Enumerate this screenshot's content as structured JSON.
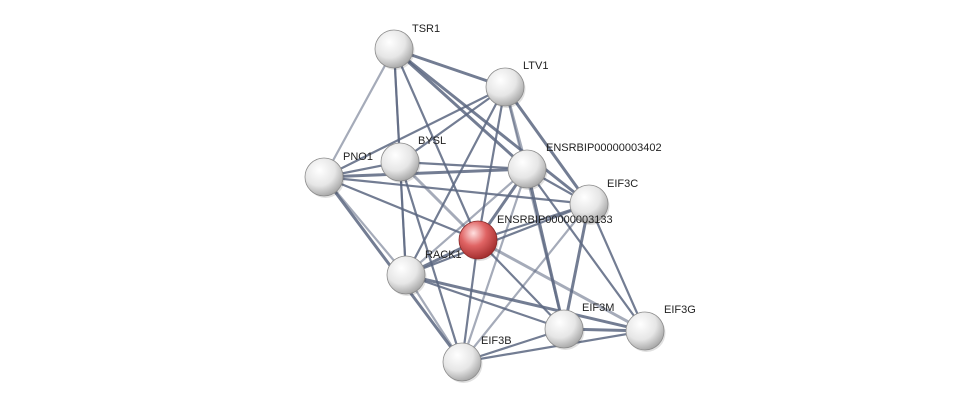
{
  "network": {
    "query_node_id": "ENSRBIP00000003133",
    "nodes": [
      {
        "id": "TSR1",
        "label": "TSR1",
        "query": false
      },
      {
        "id": "LTV1",
        "label": "LTV1",
        "query": false
      },
      {
        "id": "BYSL",
        "label": "BYSL",
        "query": false
      },
      {
        "id": "PNO1",
        "label": "PNO1",
        "query": false
      },
      {
        "id": "ENSRBIP00000003402",
        "label": "ENSRBIP00000003402",
        "query": false
      },
      {
        "id": "EIF3C",
        "label": "EIF3C",
        "query": false
      },
      {
        "id": "ENSRBIP00000003133",
        "label": "ENSRBIP00000003133",
        "query": true
      },
      {
        "id": "RACK1",
        "label": "RACK1",
        "query": false
      },
      {
        "id": "EIF3M",
        "label": "EIF3M",
        "query": false
      },
      {
        "id": "EIF3G",
        "label": "EIF3G",
        "query": false
      },
      {
        "id": "EIF3B",
        "label": "EIF3B",
        "query": false
      }
    ],
    "edges": [
      [
        "TSR1",
        "LTV1"
      ],
      [
        "TSR1",
        "PNO1"
      ],
      [
        "TSR1",
        "BYSL"
      ],
      [
        "TSR1",
        "ENSRBIP00000003402"
      ],
      [
        "TSR1",
        "ENSRBIP00000003133"
      ],
      [
        "TSR1",
        "RACK1"
      ],
      [
        "TSR1",
        "EIF3C"
      ],
      [
        "LTV1",
        "PNO1"
      ],
      [
        "LTV1",
        "BYSL"
      ],
      [
        "LTV1",
        "ENSRBIP00000003402"
      ],
      [
        "LTV1",
        "ENSRBIP00000003133"
      ],
      [
        "LTV1",
        "RACK1"
      ],
      [
        "LTV1",
        "EIF3C"
      ],
      [
        "LTV1",
        "EIF3M"
      ],
      [
        "PNO1",
        "BYSL"
      ],
      [
        "PNO1",
        "ENSRBIP00000003402"
      ],
      [
        "PNO1",
        "ENSRBIP00000003133"
      ],
      [
        "PNO1",
        "RACK1"
      ],
      [
        "PNO1",
        "EIF3B"
      ],
      [
        "PNO1",
        "EIF3C"
      ],
      [
        "BYSL",
        "ENSRBIP00000003402"
      ],
      [
        "BYSL",
        "ENSRBIP00000003133"
      ],
      [
        "BYSL",
        "RACK1"
      ],
      [
        "BYSL",
        "EIF3B"
      ],
      [
        "ENSRBIP00000003402",
        "ENSRBIP00000003133"
      ],
      [
        "ENSRBIP00000003402",
        "RACK1"
      ],
      [
        "ENSRBIP00000003402",
        "EIF3C"
      ],
      [
        "ENSRBIP00000003402",
        "EIF3M"
      ],
      [
        "ENSRBIP00000003402",
        "EIF3G"
      ],
      [
        "ENSRBIP00000003402",
        "EIF3B"
      ],
      [
        "ENSRBIP00000003133",
        "RACK1"
      ],
      [
        "ENSRBIP00000003133",
        "EIF3C"
      ],
      [
        "ENSRBIP00000003133",
        "EIF3M"
      ],
      [
        "ENSRBIP00000003133",
        "EIF3G"
      ],
      [
        "ENSRBIP00000003133",
        "EIF3B"
      ],
      [
        "RACK1",
        "EIF3M"
      ],
      [
        "RACK1",
        "EIF3G"
      ],
      [
        "RACK1",
        "EIF3B"
      ],
      [
        "RACK1",
        "EIF3C"
      ],
      [
        "EIF3C",
        "EIF3M"
      ],
      [
        "EIF3C",
        "EIF3G"
      ],
      [
        "EIF3C",
        "EIF3B"
      ],
      [
        "EIF3M",
        "EIF3G"
      ],
      [
        "EIF3M",
        "EIF3B"
      ],
      [
        "EIF3G",
        "EIF3B"
      ]
    ]
  },
  "colors": {
    "edge": "#5b6680",
    "node_fill": "#e6e6e6",
    "query_node_fill": "#d24c4c",
    "background": "#ffffff"
  }
}
